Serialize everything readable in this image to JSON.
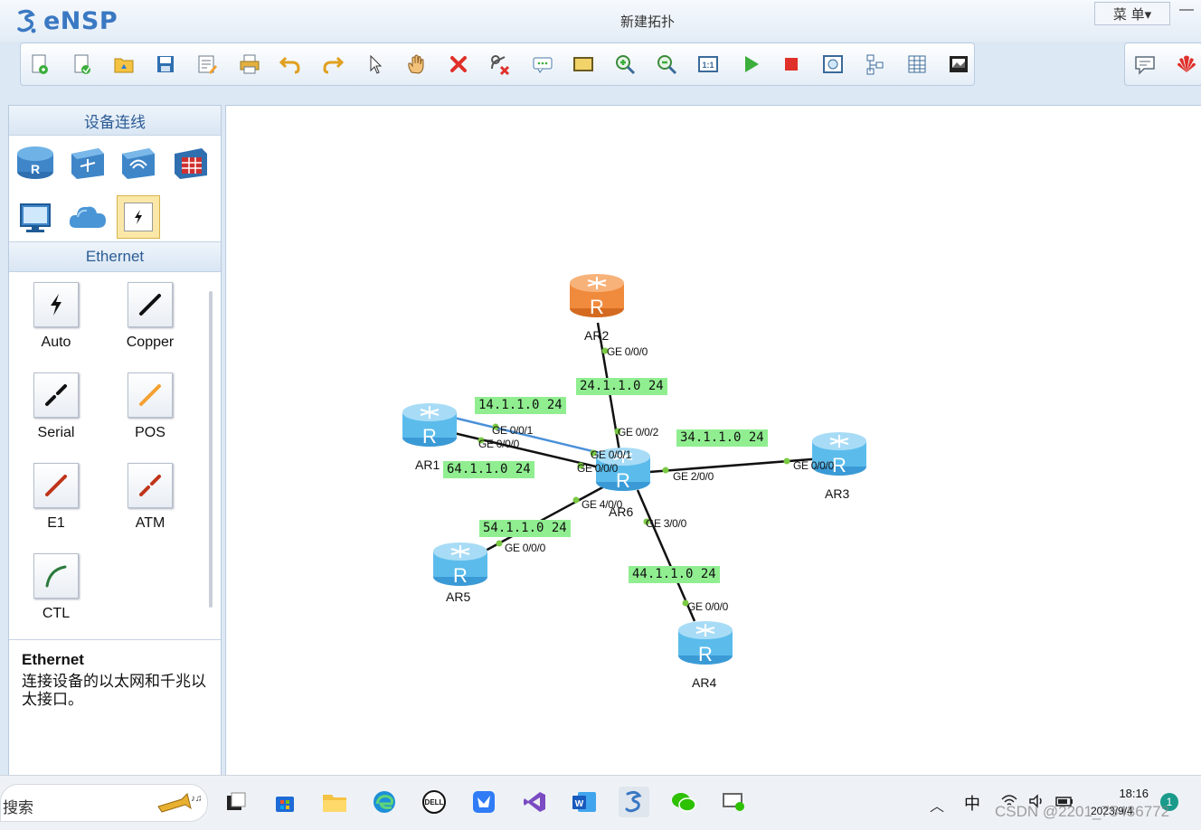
{
  "app": {
    "logo_text": "eNSP",
    "window_title": "新建拓扑",
    "menu_label": "菜 单▾",
    "minimize_label": "—"
  },
  "toolbar": {
    "icons": [
      "new-topology-icon",
      "new-example-icon",
      "open-icon",
      "save-icon",
      "save-as-icon",
      "print-icon",
      "undo-icon",
      "redo-icon",
      "select-icon",
      "pan-hand-icon",
      "delete-icon",
      "delete-link-icon",
      "text-annotation-icon",
      "rectangle-icon",
      "zoom-in-icon",
      "zoom-out-icon",
      "fit-screen-icon",
      "start-device-icon",
      "stop-device-icon",
      "capture-icon",
      "topology-icon",
      "grid-icon",
      "screenshot-icon"
    ],
    "right_icons": [
      "chat-icon",
      "huawei-logo-icon"
    ]
  },
  "left_panel": {
    "devices_header": "设备连线",
    "devices": [
      "router-icon",
      "switch-icon",
      "wireless-icon",
      "firewall-icon",
      "pc-icon",
      "cloud-icon",
      "connection-icon"
    ],
    "cables_header": "Ethernet",
    "cables": [
      {
        "label": "Auto",
        "icon": "auto-cable-icon",
        "color": "#111111"
      },
      {
        "label": "Copper",
        "icon": "copper-cable-icon",
        "color": "#111111"
      },
      {
        "label": "Serial",
        "icon": "serial-cable-icon",
        "color": "#111111"
      },
      {
        "label": "POS",
        "icon": "pos-cable-icon",
        "color": "#f5a030"
      },
      {
        "label": "E1",
        "icon": "e1-cable-icon",
        "color": "#c0341a"
      },
      {
        "label": "ATM",
        "icon": "atm-cable-icon",
        "color": "#c0341a"
      },
      {
        "label": "CTL",
        "icon": "ctl-cable-icon",
        "color": "#2c7a3c"
      }
    ],
    "description": {
      "title": "Ethernet",
      "text": "连接设备的以太网和千兆以太接口。"
    }
  },
  "topology": {
    "routers": [
      {
        "name": "AR2",
        "color": "#f08a3c"
      },
      {
        "name": "AR1",
        "color": "#5bbcec"
      },
      {
        "name": "AR6",
        "color": "#5bbcec"
      },
      {
        "name": "AR3",
        "color": "#5bbcec"
      },
      {
        "name": "AR5",
        "color": "#5bbcec"
      },
      {
        "name": "AR4",
        "color": "#5bbcec"
      }
    ],
    "networks": [
      "24.1.1.0 24",
      "14.1.1.0 24",
      "34.1.1.0 24",
      "64.1.1.0 24",
      "54.1.1.0 24",
      "44.1.1.0 24"
    ],
    "ports": {
      "ar2_g000": "GE 0/0/0",
      "ar6_g002": "GE 0/0/2",
      "ar1_g001": "GE 0/0/1",
      "ar1_g000": "GE 0/0/0",
      "ar6_g001": "GE 0/0/1",
      "ar6_g000": "GE 0/0/0",
      "ar6_g200": "GE 2/0/0",
      "ar3_g000": "GE 0/0/0",
      "ar6_g400": "GE 4/0/0",
      "ar5_g000": "GE 0/0/0",
      "ar6_g300": "GE 3/0/0",
      "ar4_g000": "GE 0/0/0"
    }
  },
  "taskbar": {
    "search_text": "搜索",
    "apps": [
      "task-view-icon",
      "store-icon",
      "file-explorer-icon",
      "edge-icon",
      "dell-icon",
      "feishu-icon",
      "visual-studio-icon",
      "word-icon",
      "ensp-icon",
      "wechat-icon",
      "remote-icon"
    ],
    "tray_ime": "中",
    "clock_time": "18:16",
    "clock_date": "2023/9/4",
    "notification_count": "1",
    "watermark": "CSDN @2201_75436772"
  }
}
